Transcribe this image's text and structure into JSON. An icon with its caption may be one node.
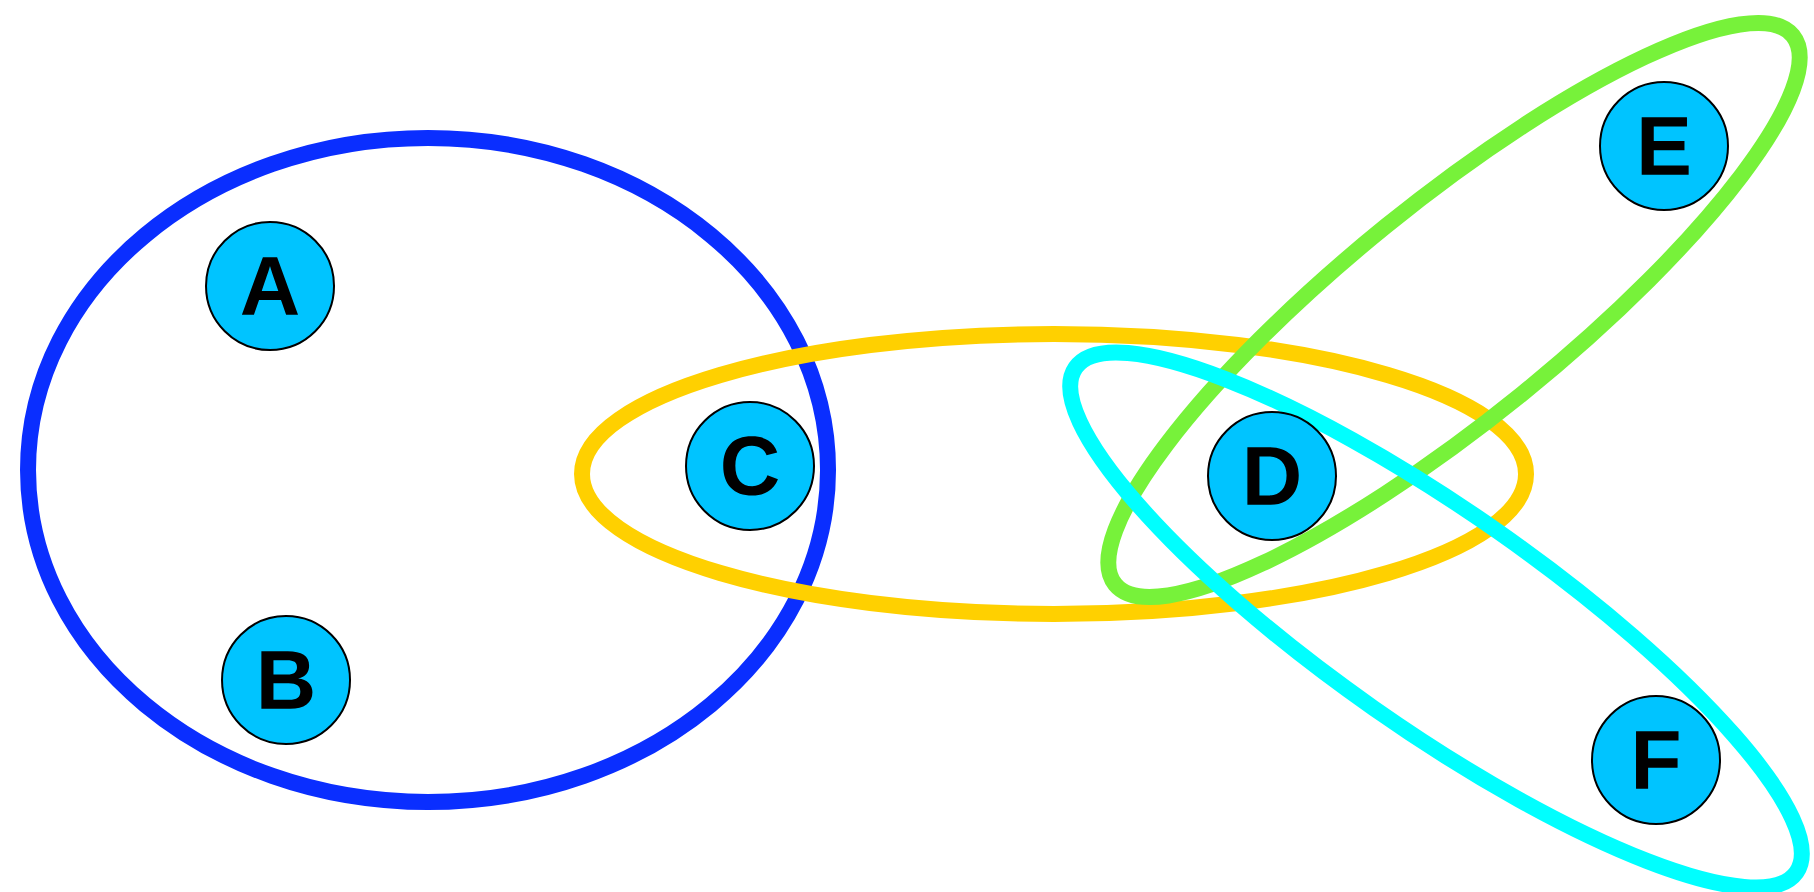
{
  "diagram": {
    "nodes": [
      {
        "text": [],
        "shape": "ellipse"
      },
      {
        "text": [],
        "shape": "ellipse"
      },
      {
        "text": [],
        "shape": "ellipse"
      },
      {
        "text": [],
        "shape": "ellipse"
      },
      {
        "text": [
          "A"
        ],
        "in": 0
      },
      {
        "text": [
          "B"
        ],
        "in": 0
      },
      {
        "text": [
          "C"
        ]
      },
      {
        "text": [
          "D"
        ]
      },
      {
        "text": [
          "E"
        ],
        "in": 2
      },
      {
        "text": [
          "F"
        ],
        "in": 3
      }
    ]
  }
}
